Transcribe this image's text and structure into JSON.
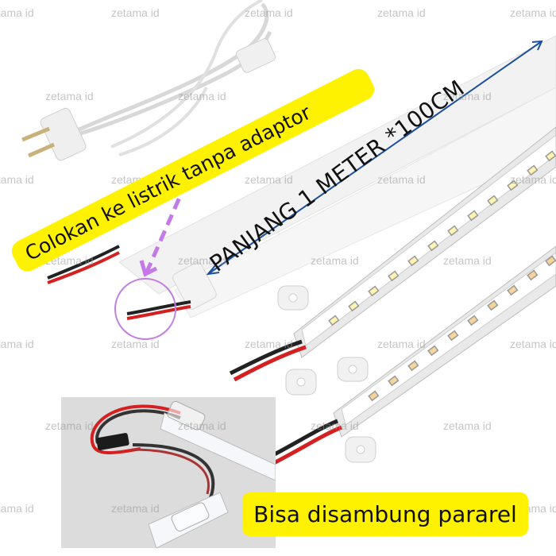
{
  "overlays": {
    "top_label": "Colokan ke listrik tanpa adaptor",
    "length_label": "PANJANG 1 METER *100CM",
    "bottom_label": "Bisa disambung pararel"
  },
  "watermark": "zetama id",
  "colors": {
    "label_bg": "#fff200",
    "arrow_blue": "#1a4fa0",
    "dashed_arrow": "#c47ae6",
    "circle": "#c07ee0",
    "wire_red": "#d42020",
    "wire_black": "#222222"
  },
  "panels": {
    "inset_photo": "LED bars connected in parallel with connector"
  }
}
